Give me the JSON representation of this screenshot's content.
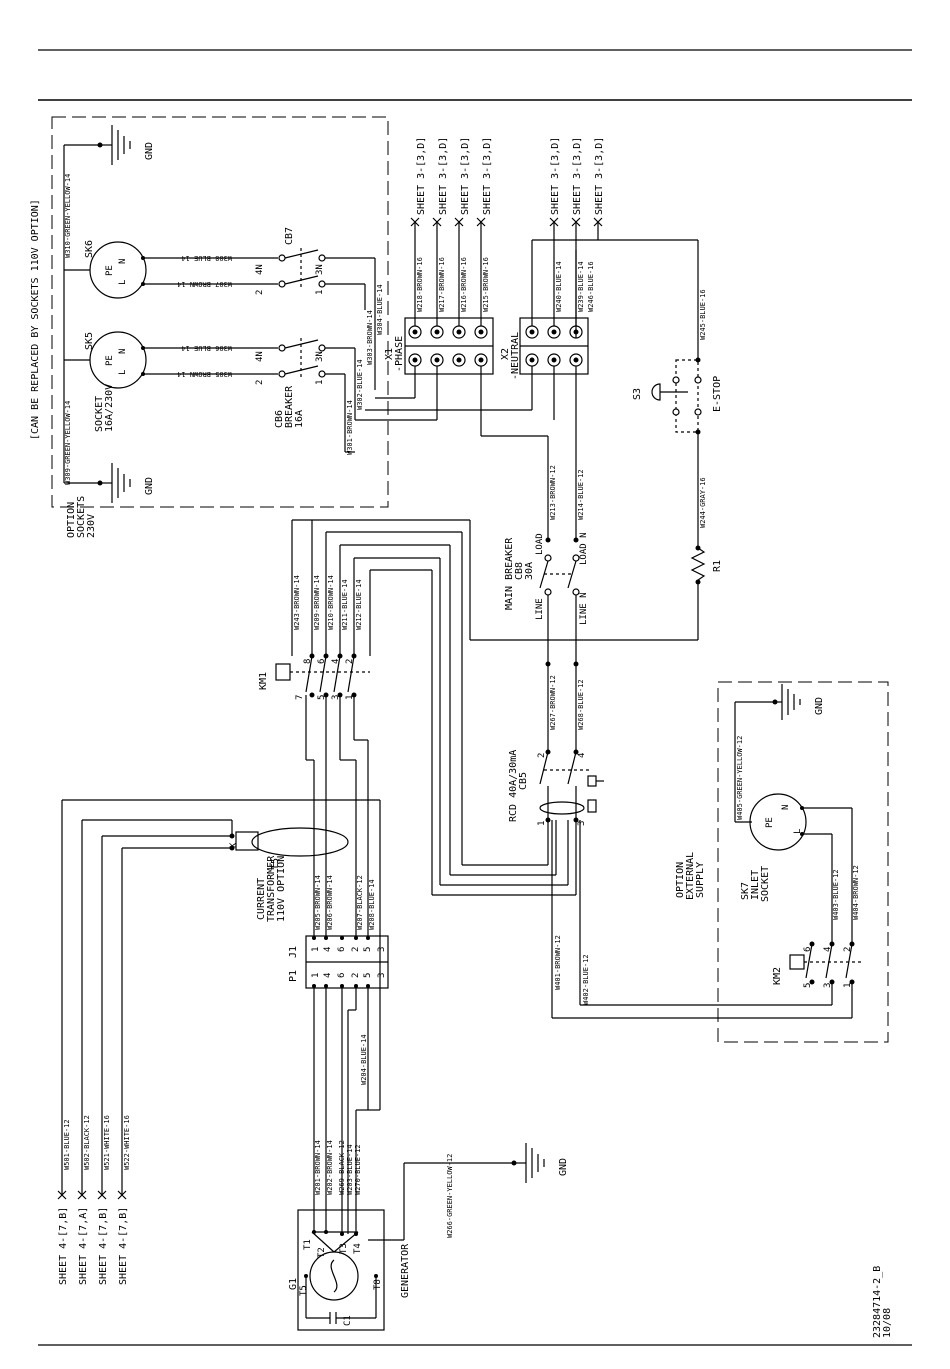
{
  "options": {
    "sockets_230v": [
      "OPTION",
      "SOCKETS",
      "230V"
    ],
    "replace_note": "[CAN BE REPLACED BY SOCKETS 110V OPTION]",
    "external_supply": [
      "OPTION",
      "EXTERNAL",
      "SUPPLY"
    ]
  },
  "sockets": {
    "sk5": "SK5",
    "sk6": "SK6",
    "sk7": "SK7",
    "socket_rating": [
      "SOCKET",
      "16A/230V"
    ],
    "inlet_socket": [
      "INLET",
      "SOCKET"
    ],
    "pin_pe": "PE",
    "pin_n": "N",
    "pin_l": "L"
  },
  "breakers": {
    "cb6": [
      "CB6",
      "BREAKER",
      "16A"
    ],
    "cb7": "CB7",
    "cb8": [
      "MAIN BREAKER",
      "CB8",
      "30A"
    ],
    "cb5": [
      "RCD 40A/30mA",
      "CB5"
    ],
    "line": "LINE",
    "load": "LOAD",
    "line_n": "LINE N",
    "load_n": "LOAD N",
    "term_2": "2",
    "term_1": "1",
    "term_4n": "4N",
    "term_3n": "3N"
  },
  "terminals": {
    "x1": [
      "X1",
      "-PHASE"
    ],
    "x2": [
      "X2",
      "-NEUTRAL"
    ]
  },
  "devices": {
    "s3": "S3",
    "estop": "E-STOP",
    "r1": "R1",
    "km1": "KM1",
    "km2": "KM2",
    "t5": "T5",
    "ct": [
      "CURRENT",
      "TRANSFORMER",
      "110V OPTION"
    ],
    "p1j1": [
      "P1",
      "J1"
    ],
    "g1": "G1",
    "generator": "GENERATOR",
    "c1": "C1",
    "gnd": "GND",
    "k": "K",
    "l": "L"
  },
  "sheet_refs": {
    "sheet3": "SHEET 3-[3,D]",
    "sheet4": [
      "SHEET 4-[7,B]",
      "SHEET 4-[7,A]",
      "SHEET 4-[7,B]",
      "SHEET 4-[7,B]"
    ]
  },
  "wires": {
    "w309": "W309-GREEN-YELLOW-14",
    "w310": "W310-GREEN-YELLOW-14",
    "w305": "W305-BROWN-14",
    "w306": "W306-BLUE-14",
    "w307": "W307-BROWN-14",
    "w308": "W308-BLUE-14",
    "w301": "W301-BROWN-14",
    "w302": "W302-BLUE-14",
    "w303": "W303-BROWN-14",
    "w304": "W304-BLUE-14",
    "w215": "W215-BROWN-16",
    "w216": "W216-BROWN-16",
    "w217": "W217-BROWN-16",
    "w218": "W218-BROWN-16",
    "w240": "W240-BLUE-14",
    "w239": "W239-BLUE-14",
    "w246": "W246-BLUE-16",
    "w245": "W245-BLUE-16",
    "w244": "W244-GRAY-16",
    "w213": "W213-BROWN-12",
    "w214": "W214-BLUE-12",
    "w267": "W267-BROWN-12",
    "w268": "W268-BLUE-12",
    "w243": "W243-BROWN-14",
    "w209": "W209-BROWN-14",
    "w210": "W210-BROWN-14",
    "w211": "W211-BLUE-14",
    "w212": "W212-BLUE-14",
    "w205": "W205-BROWN-14",
    "w206": "W206-BROWN-14",
    "w207": "W207-BLACK-12",
    "w208": "W208-BLUE-14",
    "w401": "W401-BROWN-12",
    "w402": "W402-BLUE-12",
    "w403": "W403-BLUE-12",
    "w404": "W404-BROWN-12",
    "w405": "W405-GREEN-YELLOW-12",
    "w501": "W501-BLUE-12",
    "w502": "W502-BLACK-12",
    "w521": "W521-WHITE-16",
    "w522": "W522-WHITE-16",
    "w201": "W201-BROWN-14",
    "w202": "W202-BROWN-14",
    "w269": "W269-BLACK-12",
    "w203": "W203-BLUE-14",
    "w270": "W270-BLUE-12",
    "w204": "W204-BLUE-14",
    "w266": "W266-GREEN-YELLOW-12"
  },
  "doc": {
    "number": "23284714-2_B",
    "date": "10/08"
  }
}
